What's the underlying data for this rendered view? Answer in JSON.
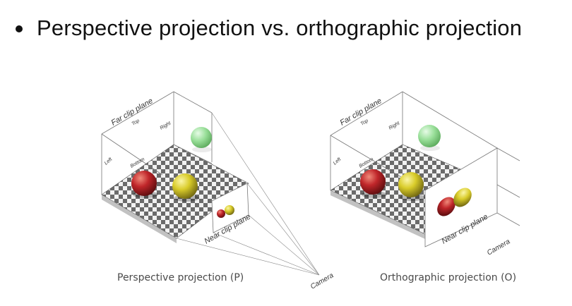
{
  "slide": {
    "bullet": "Perspective projection vs. orthographic projection"
  },
  "perspective": {
    "far_label": "Far clip plane",
    "top": "Top",
    "right": "Right",
    "left": "Left",
    "bottom": "Bottom",
    "near_label": "Near clip plane",
    "caption": "Perspective projection (P)"
  },
  "orthographic": {
    "far_label": "Far clip plane",
    "top": "Top",
    "right": "Right",
    "left": "Left",
    "bottom": "Bottom",
    "near_label": "Near clip plane",
    "camera": "Camera",
    "caption": "Orthographic projection (O)"
  },
  "camera_label": "Camera",
  "colors": {
    "red_sphere": "#c0262a",
    "yellow_sphere": "#d9cc2a",
    "green_sphere": "#8fdc8f",
    "checker_dark": "#6b6b6b",
    "checker_light": "#f2f2f2"
  }
}
